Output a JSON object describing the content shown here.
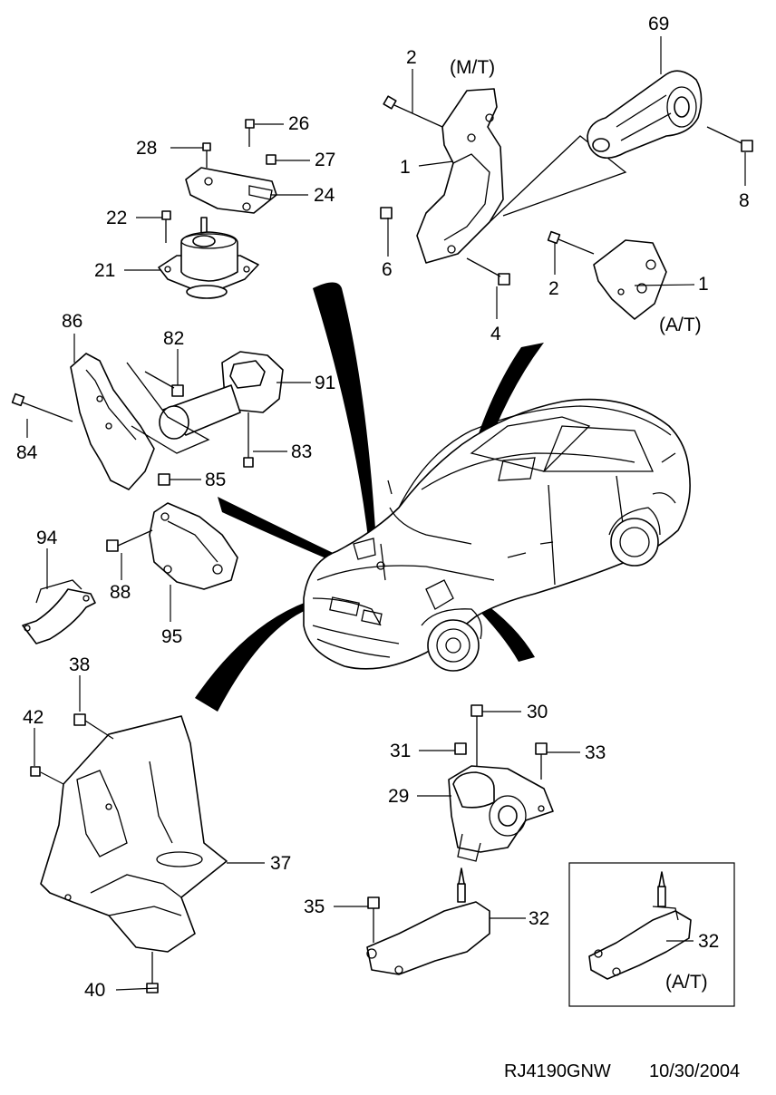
{
  "notes": {
    "mt": "(M/T)",
    "at_top": "(A/T)",
    "at_inset": "(A/T)"
  },
  "callouts": {
    "c69": "69",
    "c2a": "2",
    "c1a": "1",
    "c8": "8",
    "c6": "6",
    "c4": "4",
    "c2b": "2",
    "c1b": "1",
    "c26": "26",
    "c28": "28",
    "c27": "27",
    "c24": "24",
    "c22": "22",
    "c21": "21",
    "c86": "86",
    "c82": "82",
    "c91": "91",
    "c84": "84",
    "c83": "83",
    "c85": "85",
    "c94": "94",
    "c88": "88",
    "c95": "95",
    "c38": "38",
    "c42": "42",
    "c37": "37",
    "c40": "40",
    "c30": "30",
    "c31": "31",
    "c33": "33",
    "c29": "29",
    "c35": "35",
    "c32a": "32",
    "c32b": "32"
  },
  "footer": {
    "code": "RJ4190GNW",
    "date": "10/30/2004"
  }
}
